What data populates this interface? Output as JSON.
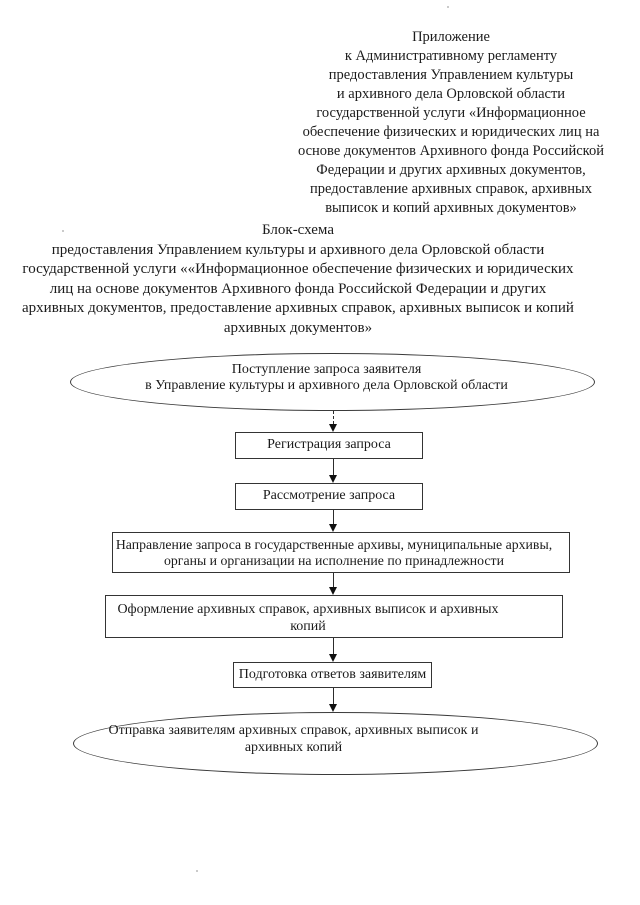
{
  "page": {
    "background": "#ffffff",
    "ink_color": "#1b1b1b",
    "border_color": "#343434"
  },
  "header_note": {
    "text": "Приложение\nк Административному регламенту\nпредоставления Управлением культуры\nи архивного дела Орловской области\nгосударственной услуги «Информационное\nобеспечение физических и юридических лиц на\nоснове документов Архивного фонда Российской\nФедерации и других архивных документов,\nпредоставление архивных справок, архивных\nвыписок и копий архивных документов»"
  },
  "title": {
    "text": "Блок-схема\nпредоставления Управлением культуры и архивного дела Орловской области\nгосударственной услуги ««Информационное обеспечение физических и юридических\nлиц на основе документов Архивного фонда Российской Федерации и других\nархивных документов, предоставление архивных справок, архивных выписок и копий\nархивных документов»"
  },
  "flowchart": {
    "start_ellipse": {
      "label": "Поступление запроса заявителя\nв Управление культуры и архивного дела Орловской области"
    },
    "register_box": {
      "label": "Регистрация запроса"
    },
    "review_box": {
      "label": "Рассмотрение запроса"
    },
    "forward_box": {
      "label": "Направление запроса в государственные архивы, муниципальные архивы,\nорганы и организации на исполнение по принадлежности"
    },
    "prepare_docs_box": {
      "label": "Оформление архивных справок, архивных выписок и архивных копий"
    },
    "prepare_answers_box": {
      "label": "Подготовка ответов заявителям"
    },
    "end_ellipse": {
      "label": "Отправка заявителям архивных справок, архивных выписок и\nархивных копий"
    }
  }
}
